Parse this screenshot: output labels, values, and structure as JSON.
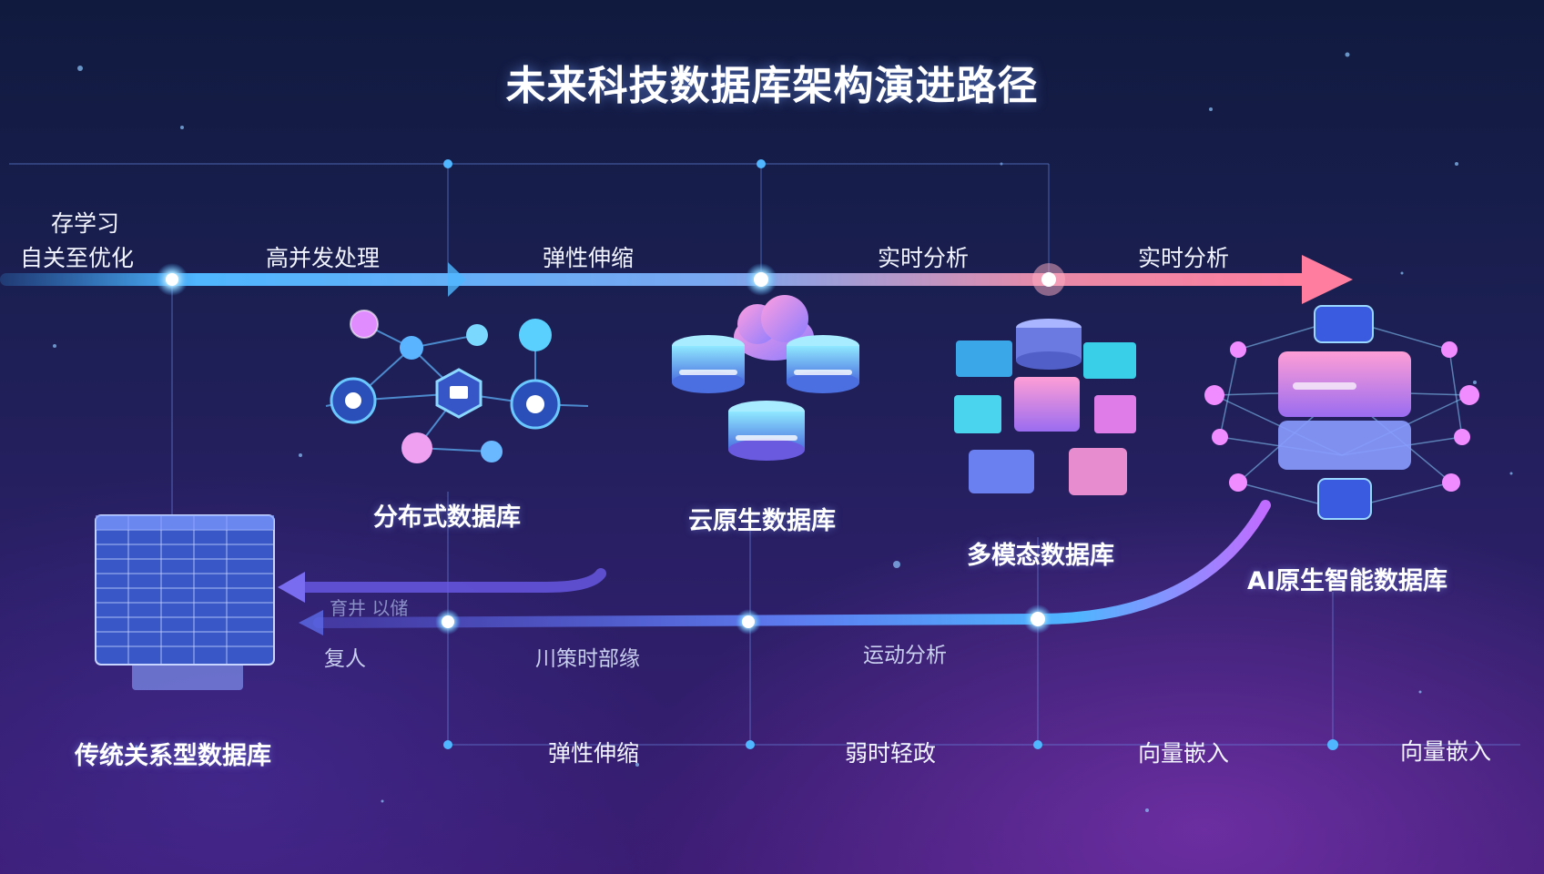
{
  "title": "未来科技数据库架构演进路径",
  "top_arrow_labels": [
    "高并发处理",
    "弹性伸缩",
    "实时分析",
    "实时分析"
  ],
  "left_labels": {
    "line1": "存学习",
    "line2": "自关至优化"
  },
  "stages": {
    "relational": "传统关系型数据库",
    "distributed": "分布式数据库",
    "cloud_native": "云原生数据库",
    "multimodal": "多模态数据库",
    "ai_native": "AI原生智能数据库"
  },
  "lower_arrow_labels": {
    "faint": "育井 以储",
    "a": "复人",
    "b": "川策时部缘",
    "c": "运动分析"
  },
  "bottom_labels": [
    "弹性伸缩",
    "弱时轻政",
    "向量嵌入",
    "向量嵌入"
  ],
  "colors": {
    "accent_blue": "#4fb6ff",
    "accent_pink": "#ff7d9e",
    "accent_purple": "#b86cff"
  }
}
